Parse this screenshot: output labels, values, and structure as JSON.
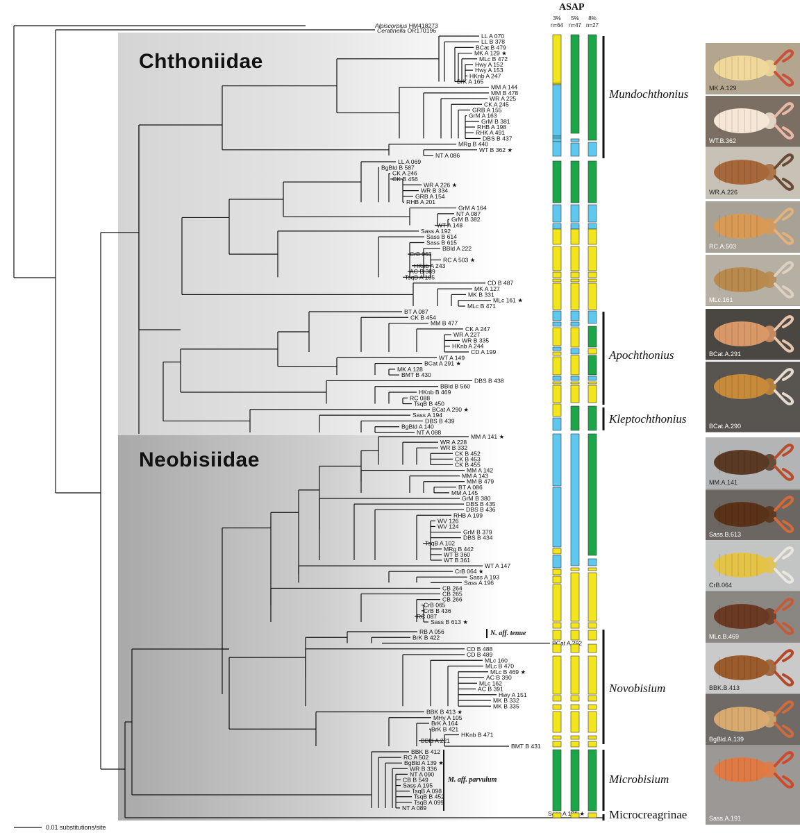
{
  "outgroups": [
    {
      "genus": "Alpiscorpius",
      "code": "HM418273"
    },
    {
      "genus": "Ceratinella",
      "code": "OR170196"
    }
  ],
  "families": [
    "Chthoniidae",
    "Neobisiidae"
  ],
  "asap": {
    "title": "ASAP",
    "columns": [
      {
        "threshold": "3%",
        "count": "n=64"
      },
      {
        "threshold": "5%",
        "count": "n=47"
      },
      {
        "threshold": "8%",
        "count": "n=27"
      }
    ],
    "colors": {
      "y": "#f2e51c",
      "b": "#5ec8ee",
      "g": "#1da54a"
    },
    "segments": [
      [
        [
          "y",
          50,
          120
        ],
        [
          "y",
          120,
          122
        ],
        [
          "b",
          122,
          196
        ],
        [
          "b",
          196,
          199
        ],
        [
          "b",
          199,
          204
        ],
        [
          "b",
          204,
          225
        ],
        [
          "g",
          232,
          292
        ],
        [
          "b",
          295,
          320
        ],
        [
          "b",
          322,
          330
        ],
        [
          "y",
          330,
          352
        ],
        [
          "y",
          355,
          390
        ],
        [
          "y",
          392,
          400
        ],
        [
          "y",
          402,
          406
        ],
        [
          "y",
          408,
          446
        ],
        [
          "b",
          448,
          462
        ],
        [
          "b",
          464,
          470
        ],
        [
          "y",
          472,
          498
        ],
        [
          "b",
          500,
          505
        ],
        [
          "y",
          507,
          512
        ],
        [
          "y",
          514,
          540
        ],
        [
          "b",
          542,
          548
        ],
        [
          "y",
          550,
          553
        ],
        [
          "y",
          555,
          580
        ],
        [
          "y",
          582,
          600
        ],
        [
          "b",
          602,
          620
        ],
        [
          "b",
          625,
          700
        ],
        [
          "b",
          702,
          788
        ],
        [
          "y",
          790,
          798
        ],
        [
          "b",
          800,
          818
        ],
        [
          "y",
          820,
          828
        ],
        [
          "y",
          830,
          840
        ],
        [
          "y",
          842,
          895
        ],
        [
          "y",
          897,
          905
        ],
        [
          "y",
          908,
          922
        ],
        [
          "y",
          928,
          940
        ],
        [
          "y",
          945,
          1000
        ],
        [
          "y",
          1002,
          1010
        ],
        [
          "y",
          1015,
          1022
        ],
        [
          "y",
          1025,
          1055
        ],
        [
          "y",
          1060,
          1065
        ],
        [
          "y",
          1068,
          1076
        ],
        [
          "g",
          1080,
          1168
        ],
        [
          "y",
          1171,
          1178
        ]
      ],
      [
        [
          "g",
          50,
          192
        ],
        [
          "b",
          200,
          204
        ],
        [
          "b",
          206,
          225
        ],
        [
          "g",
          232,
          292
        ],
        [
          "b",
          295,
          320
        ],
        [
          "b",
          322,
          330
        ],
        [
          "y",
          330,
          352
        ],
        [
          "y",
          355,
          390
        ],
        [
          "y",
          392,
          400
        ],
        [
          "y",
          402,
          406
        ],
        [
          "y",
          408,
          446
        ],
        [
          "b",
          448,
          462
        ],
        [
          "b",
          464,
          470
        ],
        [
          "y",
          472,
          500
        ],
        [
          "b",
          502,
          510
        ],
        [
          "y",
          512,
          540
        ],
        [
          "b",
          542,
          548
        ],
        [
          "y",
          550,
          553
        ],
        [
          "y",
          555,
          580
        ],
        [
          "g",
          585,
          620
        ],
        [
          "b",
          625,
          815
        ],
        [
          "y",
          818,
          822
        ],
        [
          "y",
          825,
          895
        ],
        [
          "y",
          897,
          905
        ],
        [
          "y",
          908,
          922
        ],
        [
          "y",
          928,
          940
        ],
        [
          "y",
          945,
          1000
        ],
        [
          "y",
          1002,
          1010
        ],
        [
          "y",
          1015,
          1022
        ],
        [
          "y",
          1025,
          1055
        ],
        [
          "y",
          1060,
          1065
        ],
        [
          "y",
          1068,
          1076
        ],
        [
          "g",
          1080,
          1168
        ],
        [
          "y",
          1171,
          1178
        ]
      ],
      [
        [
          "g",
          50,
          202
        ],
        [
          "b",
          205,
          225
        ],
        [
          "g",
          232,
          292
        ],
        [
          "b",
          295,
          320
        ],
        [
          "b",
          322,
          330
        ],
        [
          "y",
          330,
          352
        ],
        [
          "y",
          355,
          390
        ],
        [
          "y",
          392,
          400
        ],
        [
          "y",
          402,
          406
        ],
        [
          "y",
          408,
          446
        ],
        [
          "b",
          448,
          466
        ],
        [
          "g",
          470,
          500
        ],
        [
          "y",
          502,
          510
        ],
        [
          "g",
          512,
          540
        ],
        [
          "b",
          542,
          548
        ],
        [
          "y",
          550,
          553
        ],
        [
          "y",
          555,
          580
        ],
        [
          "g",
          585,
          620
        ],
        [
          "g",
          625,
          800
        ],
        [
          "b",
          805,
          815
        ],
        [
          "y",
          818,
          822
        ],
        [
          "y",
          825,
          895
        ],
        [
          "y",
          897,
          905
        ],
        [
          "y",
          908,
          922
        ],
        [
          "y",
          928,
          940
        ],
        [
          "y",
          945,
          1000
        ],
        [
          "y",
          1002,
          1010
        ],
        [
          "y",
          1015,
          1022
        ],
        [
          "y",
          1025,
          1055
        ],
        [
          "y",
          1060,
          1065
        ],
        [
          "y",
          1068,
          1076
        ],
        [
          "g",
          1080,
          1168
        ],
        [
          "y",
          1171,
          1178
        ]
      ]
    ]
  },
  "tips": [
    [
      "LL A 070",
      false
    ],
    [
      "LL B 378",
      false
    ],
    [
      "BCat B 479",
      false
    ],
    [
      "MK A 129",
      true
    ],
    [
      "MLc B 472",
      false
    ],
    [
      "Hwy A 152",
      false
    ],
    [
      "Hwy A 153",
      false
    ],
    [
      "HKnb A 247",
      false
    ],
    [
      "BrK A 165",
      false
    ],
    [
      "MM A 144",
      false
    ],
    [
      "MM B 478",
      false
    ],
    [
      "WR A 225",
      false
    ],
    [
      "CK A 245",
      false
    ],
    [
      "GRB A 155",
      false
    ],
    [
      "GrM A 163",
      false
    ],
    [
      "GrM B 381",
      false
    ],
    [
      "RHB A 198",
      false
    ],
    [
      "RHK A 491",
      false
    ],
    [
      "DBS B 437",
      false
    ],
    [
      "MRg B 440",
      false
    ],
    [
      "WT B 362",
      true
    ],
    [
      "NT A 086",
      false
    ],
    [
      "LL A 069",
      false
    ],
    [
      "BgBld B 587",
      false
    ],
    [
      "CK A 246",
      false
    ],
    [
      "CK B 456",
      false
    ],
    [
      "WR A 226",
      true
    ],
    [
      "WR B 334",
      false
    ],
    [
      "GRB A 154",
      false
    ],
    [
      "RHB A 201",
      false
    ],
    [
      "GrM A 164",
      false
    ],
    [
      "NT A 087",
      false
    ],
    [
      "GrM B 382",
      false
    ],
    [
      "WT A 148",
      false
    ],
    [
      "Sass A 192",
      false
    ],
    [
      "Sass B 614",
      false
    ],
    [
      "Sass B 615",
      false
    ],
    [
      "BBld A 222",
      false
    ],
    [
      "CrB 063",
      false
    ],
    [
      "RC A 503",
      true
    ],
    [
      "HKnb A 243",
      false
    ],
    [
      "AC B 389",
      false
    ],
    [
      "TsqB A 105",
      false
    ],
    [
      "CD B 487",
      false
    ],
    [
      "MK A 127",
      false
    ],
    [
      "MK B 331",
      false
    ],
    [
      "MLc 161",
      true
    ],
    [
      "MLc B 471",
      false
    ],
    [
      "BT A 087",
      false
    ],
    [
      "CK B 454",
      false
    ],
    [
      "MM B 477",
      false
    ],
    [
      "CK A 247",
      false
    ],
    [
      "WR A 227",
      false
    ],
    [
      "WR B 335",
      false
    ],
    [
      "HKnb A 244",
      false
    ],
    [
      "CD A 199",
      false
    ],
    [
      "WT A 149",
      false
    ],
    [
      "BCat A 291",
      true
    ],
    [
      "MK A 128",
      false
    ],
    [
      "BMT B 430",
      false
    ],
    [
      "DBS B 438",
      false
    ],
    [
      "BBld B 560",
      false
    ],
    [
      "HKnb B 469",
      false
    ],
    [
      "RC 088",
      false
    ],
    [
      "TsqB B 450",
      false
    ],
    [
      "BCat A 290",
      true
    ],
    [
      "Sass A 194",
      false
    ],
    [
      "DBS B 439",
      false
    ],
    [
      "BgBld A 140",
      false
    ],
    [
      "NT A 088",
      false
    ],
    [
      "MM A 141",
      true
    ],
    [
      "WR A 228",
      false
    ],
    [
      "WR B 332",
      false
    ],
    [
      "CK B 452",
      false
    ],
    [
      "CK B 453",
      false
    ],
    [
      "CK B 455",
      false
    ],
    [
      "MM A 142",
      false
    ],
    [
      "MM A 143",
      false
    ],
    [
      "MM B 479",
      false
    ],
    [
      "BT A 086",
      false
    ],
    [
      "MM A 145",
      false
    ],
    [
      "GrM B 380",
      false
    ],
    [
      "DBS B 435",
      false
    ],
    [
      "DBS B 436",
      false
    ],
    [
      "RHB A 199",
      false
    ],
    [
      "WV 126",
      false
    ],
    [
      "WV 124",
      false
    ],
    [
      "GrM B 379",
      false
    ],
    [
      "DBS B 434",
      false
    ],
    [
      "TsqB A 102",
      false
    ],
    [
      "MRg B 442",
      false
    ],
    [
      "WT B 360",
      false
    ],
    [
      "WT B 361",
      false
    ],
    [
      "WT A 147",
      false
    ],
    [
      "CrB 064",
      true
    ],
    [
      "Sass A 193",
      false
    ],
    [
      "Sass A 196",
      false
    ],
    [
      "CB 264",
      false
    ],
    [
      "CB 265",
      false
    ],
    [
      "CB 266",
      false
    ],
    [
      "CrB 065",
      false
    ],
    [
      "CrB B 436",
      false
    ],
    [
      "RC 087",
      false
    ],
    [
      "Sass B 613",
      true
    ],
    [
      "RB A 056",
      false
    ],
    [
      "BrK B 422",
      false
    ],
    [
      "BCat A 292",
      false
    ],
    [
      "CD B 488",
      false
    ],
    [
      "CD B 489",
      false
    ],
    [
      "MLc 160",
      false
    ],
    [
      "MLc B 470",
      false
    ],
    [
      "MLc B 469",
      true
    ],
    [
      "AC B 390",
      false
    ],
    [
      "MLc 162",
      false
    ],
    [
      "AC B 391",
      false
    ],
    [
      "Hwy A 151",
      false
    ],
    [
      "MK B 332",
      false
    ],
    [
      "MK B 335",
      false
    ],
    [
      "BBK B 413",
      true
    ],
    [
      "MHy A 105",
      false
    ],
    [
      "BrK A 164",
      false
    ],
    [
      "BrK B 421",
      false
    ],
    [
      "HKnb B 471",
      false
    ],
    [
      "BBld A 221",
      false
    ],
    [
      "BMT B 431",
      false
    ],
    [
      "BBK B 412",
      false
    ],
    [
      "RC A 502",
      false
    ],
    [
      "BgBld A 139",
      true
    ],
    [
      "WR B 336",
      false
    ],
    [
      "NT A 090",
      false
    ],
    [
      "CB B 549",
      false
    ],
    [
      "Sass A 195",
      false
    ],
    [
      "TsqB A 098",
      false
    ],
    [
      "TsqB B 452",
      false
    ],
    [
      "TsqB A 099",
      false
    ],
    [
      "NT A 089",
      false
    ],
    [
      "Sass A 191",
      true
    ]
  ],
  "genera": [
    {
      "name": "Mundochthonius",
      "italic": true
    },
    {
      "name": "Apochthonius",
      "italic": true
    },
    {
      "name": "Kleptochthonius",
      "italic": true
    },
    {
      "name": "Novobisium",
      "italic": true
    },
    {
      "name": "Microbisium",
      "italic": true
    },
    {
      "name": "Microcreagrinae",
      "italic": false
    }
  ],
  "clade_notes": [
    {
      "name": "N. aff. tenue"
    },
    {
      "name": "M. aff. parvulum"
    }
  ],
  "photos": [
    {
      "label": "MK.A.129",
      "bg": "#b4a58f",
      "body": "#efd89a",
      "claw": "#c9513a",
      "light": true
    },
    {
      "label": "WT.B.362",
      "bg": "#7b6f63",
      "body": "#f5e6d6",
      "claw": "#e9b8a6",
      "light": false
    },
    {
      "label": "WR.A.226",
      "bg": "#c8c2b6",
      "body": "#a6683a",
      "claw": "#6a4a35",
      "light": true
    },
    {
      "label": "RC.A.503",
      "bg": "#a8a196",
      "body": "#d89a55",
      "claw": "#e3b17c",
      "light": false
    },
    {
      "label": "MLc.161",
      "bg": "#b6b0a4",
      "body": "#b98a4e",
      "claw": "#ddd0bf",
      "light": false
    },
    {
      "label": "BCat.A.291",
      "bg": "#4a4642",
      "body": "#d99868",
      "claw": "#e7c5ad",
      "light": false
    },
    {
      "label": "BCat.A.290",
      "bg": "#585450",
      "body": "#c78a3a",
      "claw": "#e6dbcf",
      "light": false
    },
    {
      "label": "MM.A.141",
      "bg": "#b3b4b6",
      "body": "#5b3a25",
      "claw": "#b94d2b",
      "light": true
    },
    {
      "label": "Sass.B.613",
      "bg": "#6b6662",
      "body": "#5a3218",
      "claw": "#d36a38",
      "light": false
    },
    {
      "label": "CrB.064",
      "bg": "#c3c4c4",
      "body": "#e5c347",
      "claw": "#e9e7de",
      "light": true
    },
    {
      "label": "MLc.B.469",
      "bg": "#8a8682",
      "body": "#6a3a24",
      "claw": "#c65a36",
      "light": false
    },
    {
      "label": "BBK.B.413",
      "bg": "#c9cac9",
      "body": "#9a5c2c",
      "claw": "#b3482a",
      "light": true
    },
    {
      "label": "BgBld.A.139",
      "bg": "#6f6a66",
      "body": "#d9aa70",
      "claw": "#d06b3c",
      "light": false
    },
    {
      "label": "Sass.A.191",
      "bg": "#9b9896",
      "body": "#e07a45",
      "claw": "#cf4a2a",
      "light": false
    }
  ],
  "scale_label": "0.01 substitutions/site"
}
